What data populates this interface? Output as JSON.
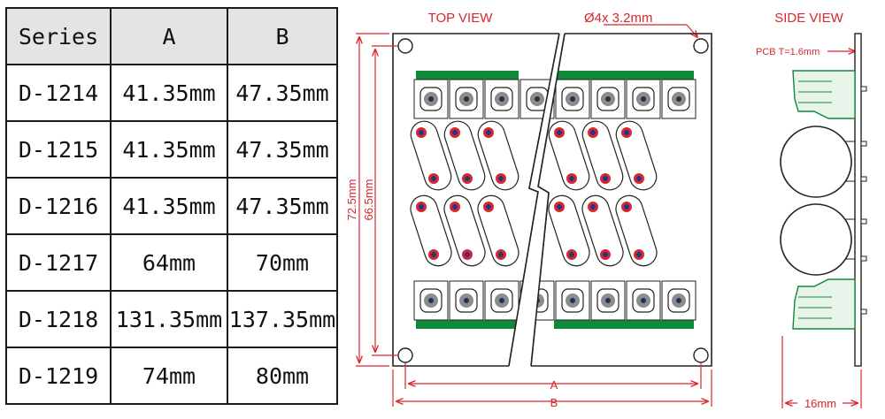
{
  "table": {
    "header": [
      "Series",
      "A",
      "B"
    ],
    "rows": [
      [
        "D-1214",
        "41.35mm",
        "47.35mm"
      ],
      [
        "D-1215",
        "41.35mm",
        "47.35mm"
      ],
      [
        "D-1216",
        "41.35mm",
        "47.35mm"
      ],
      [
        "D-1217",
        "64mm",
        "70mm"
      ],
      [
        "D-1218",
        "131.35mm",
        "137.35mm"
      ],
      [
        "D-1219",
        "74mm",
        "80mm"
      ]
    ]
  },
  "drawing": {
    "top_view_label": "TOP VIEW",
    "side_view_label": "SIDE VIEW",
    "hole_label": "Ø4x 3.2mm",
    "pcb_thickness_label": "PCB T=1.6mm",
    "dim_outer_height": "72.5mm",
    "dim_inner_height": "66.5mm",
    "dim_a": "A",
    "dim_b": "B",
    "dim_side_width": "16mm"
  },
  "colors": {
    "dimension": "#d8262e",
    "terminal_green": "#0e8a3a",
    "header_bg": "#e4e4e4"
  }
}
